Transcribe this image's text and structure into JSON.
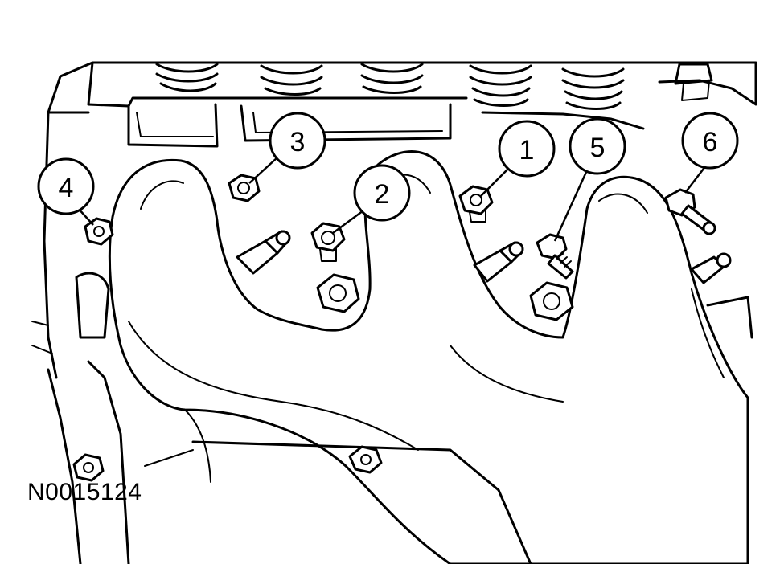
{
  "figure": {
    "id_label": "N0015124"
  },
  "callouts": [
    {
      "label": "1"
    },
    {
      "label": "2"
    },
    {
      "label": "3"
    },
    {
      "label": "4"
    },
    {
      "label": "5"
    },
    {
      "label": "6"
    }
  ],
  "colors": {
    "line": "#000000",
    "background": "#ffffff"
  }
}
